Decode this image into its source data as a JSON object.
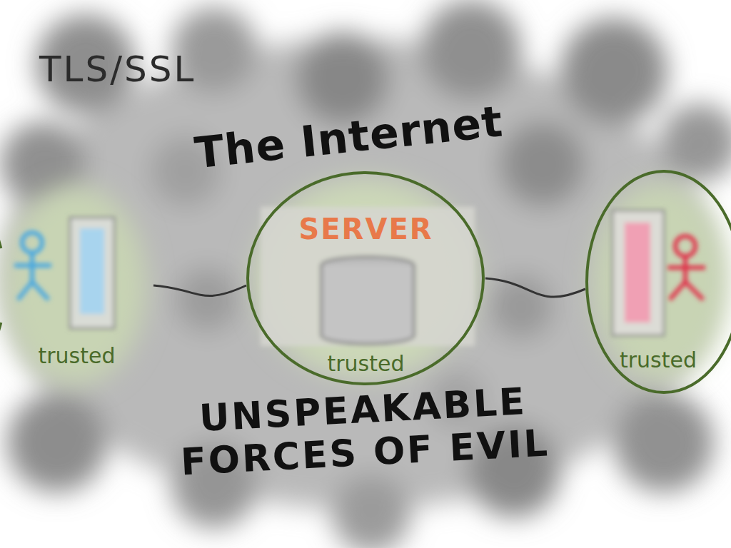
{
  "diagram": {
    "title": "TLS/SSL",
    "nodes": [
      {
        "text": [
          "trusted"
        ]
      },
      {
        "text": [
          "SERVER",
          "trusted"
        ]
      },
      {
        "text": [
          "trusted"
        ]
      }
    ],
    "edges": [
      {
        "from": 0,
        "to": 1,
        "arrow": "none"
      },
      {
        "from": 1,
        "to": 2,
        "arrow": "none"
      }
    ],
    "labels": [
      "The Internet",
      "UNSPEAKABLE FORCES OF EVIL"
    ]
  }
}
